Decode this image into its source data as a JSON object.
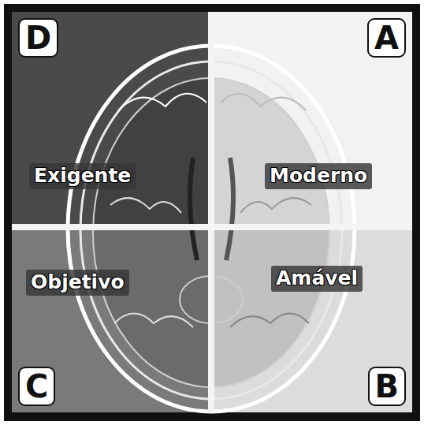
{
  "diagram": {
    "nodes": [
      {
        "text": [
          "D",
          "Exigente"
        ]
      },
      {
        "text": [
          "A",
          "Moderno"
        ]
      },
      {
        "text": [
          "C",
          "Objetivo"
        ]
      },
      {
        "text": [
          "B",
          "Amável"
        ]
      }
    ]
  }
}
